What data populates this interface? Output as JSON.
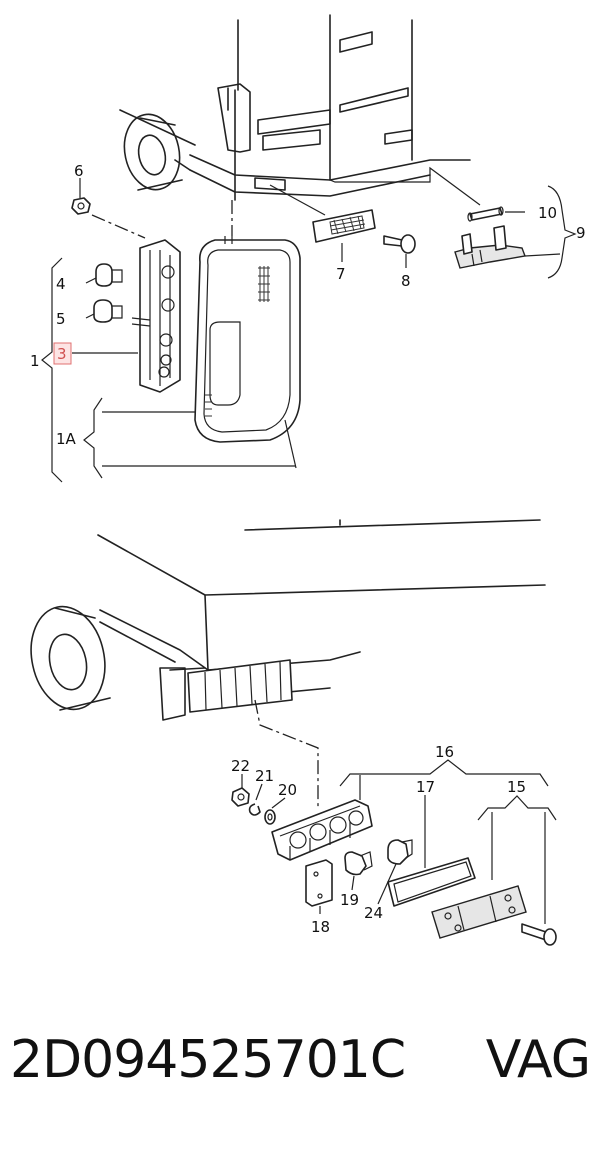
{
  "callouts": {
    "c1": "1",
    "c1A": "1A",
    "c3": "3",
    "c4": "4",
    "c5": "5",
    "c6": "6",
    "c7": "7",
    "c8": "8",
    "c9": "9",
    "c10": "10",
    "c15": "15",
    "c16": "16",
    "c17": "17",
    "c18": "18",
    "c19": "19",
    "c20": "20",
    "c21": "21",
    "c22": "22",
    "c24": "24"
  },
  "highlighted_callout": "3",
  "caption": {
    "part_number": "2D094525701C",
    "brand": "VAG"
  },
  "colors": {
    "line": "#222222",
    "highlight": "#e07070",
    "highlight_fill": "#fde4e4"
  }
}
